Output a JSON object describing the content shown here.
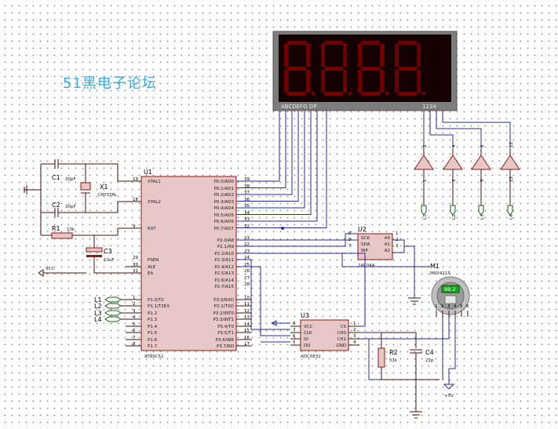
{
  "watermark": "51黑电子论坛",
  "display": {
    "seg_label": "ABCDEFG  DP",
    "digit_label": "1234",
    "colors": {
      "frame": "#7d7d7d",
      "face": "#140000",
      "segment": "#6e0000"
    }
  },
  "mcu": {
    "ref": "U1",
    "part": "AT89C52",
    "left_pins": [
      {
        "no": "19",
        "name": "XTAL1"
      },
      {
        "no": "18",
        "name": "XTAL2"
      },
      {
        "no": "9",
        "name": "RST"
      },
      {
        "no": "29",
        "name": "PSEN"
      },
      {
        "no": "30",
        "name": "ALE"
      },
      {
        "no": "31",
        "name": "EA"
      },
      {
        "no": "1",
        "name": "P1.0/T2"
      },
      {
        "no": "2",
        "name": "P1.1/T2EX"
      },
      {
        "no": "3",
        "name": "P1.2"
      },
      {
        "no": "4",
        "name": "P1.3"
      },
      {
        "no": "5",
        "name": "P1.4"
      },
      {
        "no": "6",
        "name": "P1.5"
      },
      {
        "no": "7",
        "name": "P1.6"
      },
      {
        "no": "8",
        "name": "P1.7"
      }
    ],
    "right_pins": [
      {
        "no": "39",
        "name": "P0.0/AD0"
      },
      {
        "no": "38",
        "name": "P0.1/AD1"
      },
      {
        "no": "37",
        "name": "P0.2/AD2"
      },
      {
        "no": "36",
        "name": "P0.3/AD3"
      },
      {
        "no": "35",
        "name": "P0.4/AD4"
      },
      {
        "no": "34",
        "name": "P0.5/AD5"
      },
      {
        "no": "33",
        "name": "P0.6/AD6"
      },
      {
        "no": "32",
        "name": "P0.7/AD7"
      },
      {
        "no": "21",
        "name": "P2.0/A8"
      },
      {
        "no": "22",
        "name": "P2.1/A9"
      },
      {
        "no": "23",
        "name": "P2.2/A10"
      },
      {
        "no": "24",
        "name": "P2.3/A11"
      },
      {
        "no": "25",
        "name": "P2.4/A12"
      },
      {
        "no": "26",
        "name": "P2.5/A13"
      },
      {
        "no": "27",
        "name": "P2.6/A14"
      },
      {
        "no": "28",
        "name": "P2.7/A15"
      },
      {
        "no": "10",
        "name": "P3.0/RXD"
      },
      {
        "no": "11",
        "name": "P3.1/TXD"
      },
      {
        "no": "12",
        "name": "P3.2/INT0"
      },
      {
        "no": "13",
        "name": "P3.3/INT1"
      },
      {
        "no": "14",
        "name": "P3.4/T0"
      },
      {
        "no": "15",
        "name": "P3.5/T1"
      },
      {
        "no": "16",
        "name": "P3.6/WR"
      },
      {
        "no": "17",
        "name": "P3.7/RD"
      }
    ]
  },
  "components": {
    "c1": {
      "ref": "C1",
      "value": "30pF"
    },
    "c2": {
      "ref": "C2",
      "value": "30pF"
    },
    "x1": {
      "ref": "X1",
      "value": "CRYSTAL"
    },
    "r1": {
      "ref": "R1",
      "value": "10k"
    },
    "c3": {
      "ref": "C3",
      "value": "10uF"
    },
    "r2": {
      "ref": "R2",
      "value": "51k"
    },
    "c4": {
      "ref": "C4",
      "value": "22p"
    },
    "vcc": "VCC",
    "plus5v": "+5V"
  },
  "eeprom": {
    "ref": "U2",
    "part": "24C04A",
    "left": [
      {
        "no": "6",
        "name": "SCK"
      },
      {
        "no": "5",
        "name": "SDA"
      },
      {
        "no": "7",
        "name": "WP"
      }
    ],
    "right": [
      {
        "no": "1",
        "name": "A0"
      },
      {
        "no": "2",
        "name": "A1"
      },
      {
        "no": "3",
        "name": "A2"
      }
    ]
  },
  "adc": {
    "ref": "U3",
    "part": "ADC0832",
    "left": [
      {
        "no": "8",
        "name": "VCC"
      },
      {
        "no": "7",
        "name": "CLK"
      },
      {
        "no": "6",
        "name": "DI"
      },
      {
        "no": "5",
        "name": "DO"
      }
    ],
    "right": [
      {
        "no": "1",
        "name": "CS"
      },
      {
        "no": "2",
        "name": "CH0"
      },
      {
        "no": "3",
        "name": "CH1"
      },
      {
        "no": "4",
        "name": "GND"
      }
    ]
  },
  "sensor": {
    "ref": "M1",
    "part": "MPX4115",
    "reading": "99.2",
    "pins": [
      "1",
      "2",
      "3",
      "4",
      "5",
      "6"
    ]
  },
  "drivers": [
    {
      "label": "L1",
      "pin_top": "2",
      "pin_bot": "1"
    },
    {
      "label": "L2",
      "pin_top": "4",
      "pin_bot": "3"
    },
    {
      "label": "L3",
      "pin_top": "6",
      "pin_bot": "5"
    },
    {
      "label": "L4",
      "pin_top": "12",
      "pin_bot": "13"
    }
  ],
  "ports": [
    "L1",
    "L2",
    "L3",
    "L4"
  ]
}
